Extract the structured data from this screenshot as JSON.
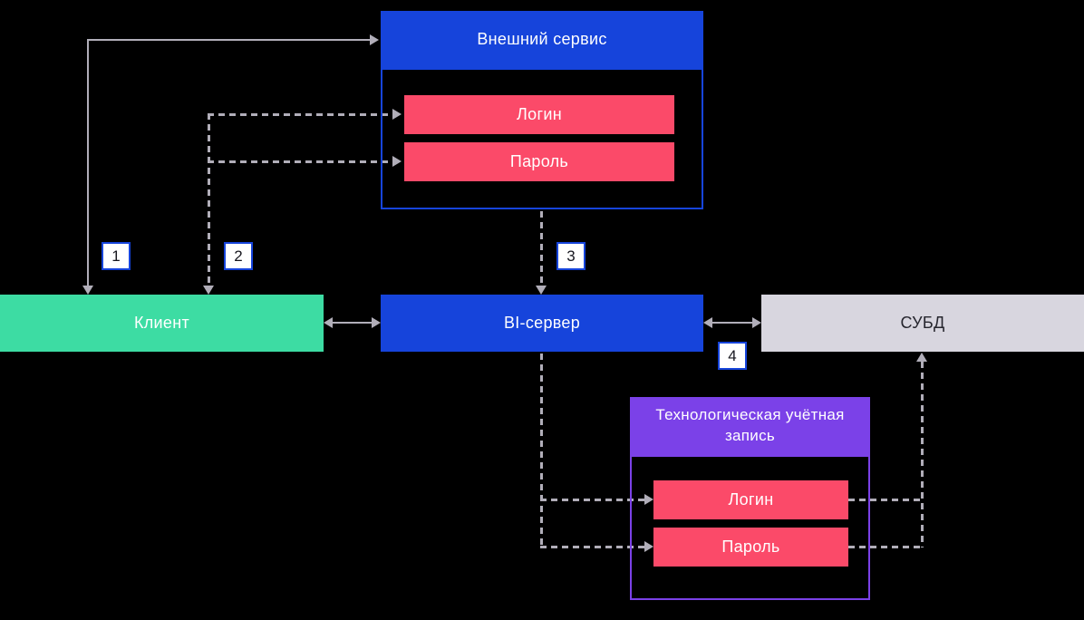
{
  "colors": {
    "background": "#000000",
    "blue": "#1644DB",
    "green": "#3DDCA3",
    "pink": "#FB4A69",
    "purple": "#7B41E8",
    "gray_box": "#D8D6DF",
    "connector_line": "#B1AEB9"
  },
  "nodes": {
    "external_service": {
      "label": "Внешний сервис"
    },
    "external_login": {
      "label": "Логин"
    },
    "external_password": {
      "label": "Пароль"
    },
    "client": {
      "label": "Клиент"
    },
    "bi_server": {
      "label": "BI-сервер"
    },
    "dbms": {
      "label": "СУБД"
    },
    "tech_account": {
      "label": "Технологическая учётная запись"
    },
    "tech_login": {
      "label": "Логин"
    },
    "tech_password": {
      "label": "Пароль"
    }
  },
  "steps": [
    "1",
    "2",
    "3",
    "4"
  ]
}
